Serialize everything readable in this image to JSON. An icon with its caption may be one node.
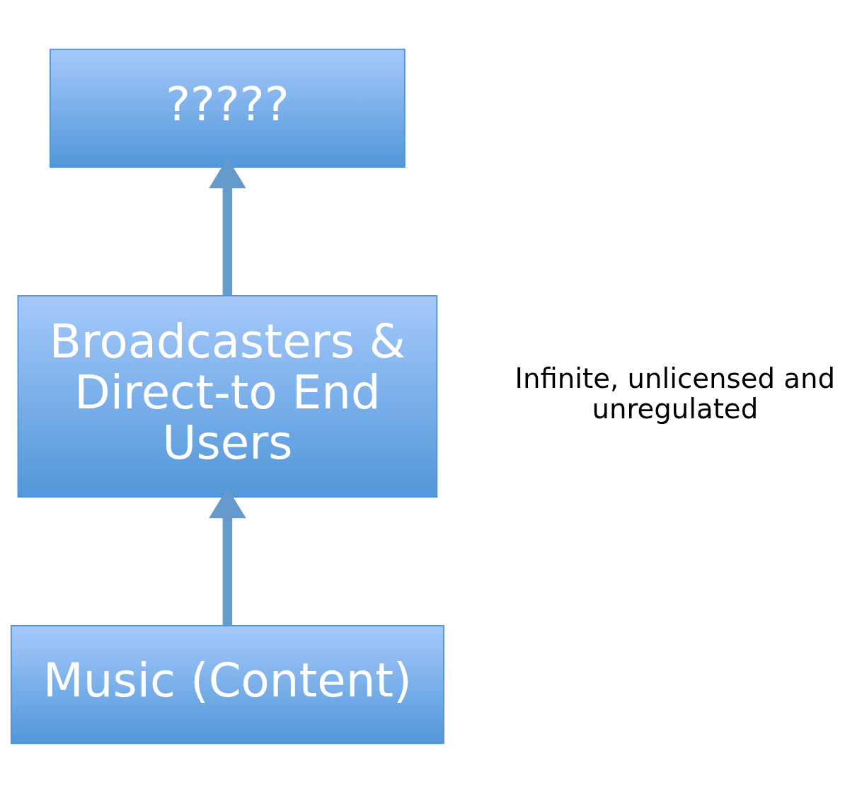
{
  "diagram": {
    "nodes": [
      {
        "text": [
          "?????"
        ]
      },
      {
        "text": [
          "Broadcasters & Direct-to End Users"
        ]
      },
      {
        "text": [
          "Music (Content)"
        ]
      }
    ],
    "edges": [
      {
        "from": 2,
        "to": 1,
        "arrow": "to"
      },
      {
        "from": 1,
        "to": 0,
        "arrow": "to"
      }
    ],
    "labels": [
      "Infinite, unlicensed and unregulated"
    ]
  }
}
